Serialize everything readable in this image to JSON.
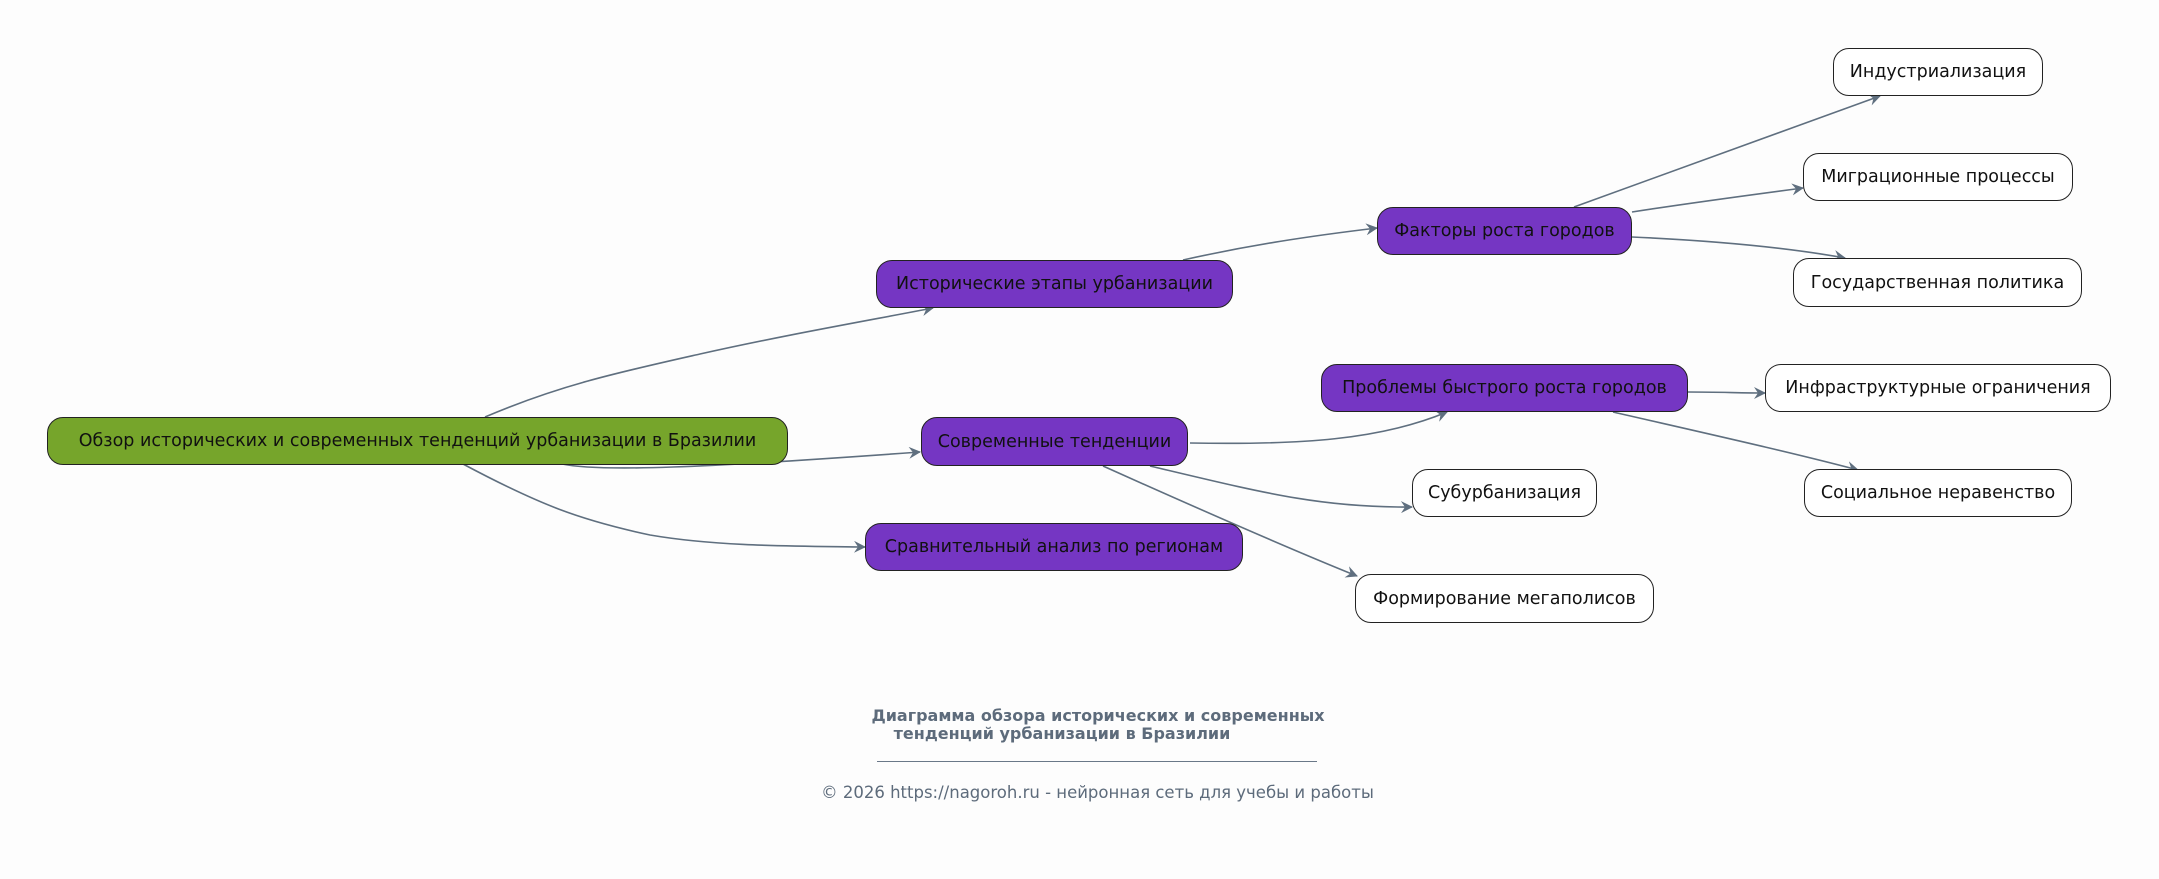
{
  "colors": {
    "root_fill": "#76a52b",
    "branch_fill": "#7536c3",
    "leaf_fill": "#ffffff",
    "edge": "#5f6f7f",
    "caption": "#5d6b7b",
    "background": "#fdfdfd"
  },
  "diagram": {
    "root": {
      "id": "root",
      "label": "Обзор исторических и современных тенденций урбанизации в Бразилии"
    },
    "nodes": [
      {
        "id": "hist",
        "label": "Исторические этапы урбанизации",
        "level": "branch"
      },
      {
        "id": "modern",
        "label": "Современные тенденции",
        "level": "branch"
      },
      {
        "id": "compare",
        "label": "Сравнительный анализ по регионам",
        "level": "branch"
      },
      {
        "id": "factors",
        "label": "Факторы роста городов",
        "level": "branch"
      },
      {
        "id": "problems",
        "label": "Проблемы быстрого роста городов",
        "level": "branch"
      },
      {
        "id": "suburb",
        "label": "Субурбанизация",
        "level": "leaf"
      },
      {
        "id": "megacity",
        "label": "Формирование мегаполисов",
        "level": "leaf"
      },
      {
        "id": "industr",
        "label": "Индустриализация",
        "level": "leaf"
      },
      {
        "id": "migr",
        "label": "Миграционные процессы",
        "level": "leaf"
      },
      {
        "id": "gov",
        "label": "Государственная политика",
        "level": "leaf"
      },
      {
        "id": "infra",
        "label": "Инфраструктурные ограничения",
        "level": "leaf"
      },
      {
        "id": "social",
        "label": "Социальное неравенство",
        "level": "leaf"
      }
    ],
    "edges": [
      {
        "from": "root",
        "to": "hist"
      },
      {
        "from": "root",
        "to": "modern"
      },
      {
        "from": "root",
        "to": "compare"
      },
      {
        "from": "hist",
        "to": "factors"
      },
      {
        "from": "factors",
        "to": "industr"
      },
      {
        "from": "factors",
        "to": "migr"
      },
      {
        "from": "factors",
        "to": "gov"
      },
      {
        "from": "modern",
        "to": "problems"
      },
      {
        "from": "modern",
        "to": "suburb"
      },
      {
        "from": "modern",
        "to": "megacity"
      },
      {
        "from": "problems",
        "to": "infra"
      },
      {
        "from": "problems",
        "to": "social"
      }
    ]
  },
  "caption": {
    "title_line1": "Диаграмма обзора исторических и современных",
    "title_line2": "тенденций урбанизации в Бразилии",
    "copyright": "© 2026 https://nagoroh.ru - нейронная сеть для учебы и работы"
  }
}
